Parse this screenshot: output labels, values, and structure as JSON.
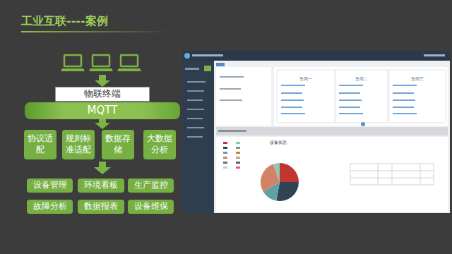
{
  "diagram": {
    "title": "工业互联----案例",
    "nodes": [
      {
        "text": [
          "物联终端"
        ]
      },
      {
        "text": [
          "MQTT"
        ]
      },
      {
        "text": [
          "协议适配"
        ]
      },
      {
        "text": [
          "规则标准适配"
        ]
      },
      {
        "text": [
          "数据存储"
        ]
      },
      {
        "text": [
          "大数据分析"
        ]
      },
      {
        "text": [
          "设备管理"
        ]
      },
      {
        "text": [
          "环境看板"
        ]
      },
      {
        "text": [
          "生产监控"
        ]
      },
      {
        "text": [
          "故障分析"
        ]
      },
      {
        "text": [
          "数据报表"
        ]
      },
      {
        "text": [
          "设备维保"
        ]
      }
    ],
    "labels": [
      "车间一",
      "车间二",
      "车间三",
      "设备状态"
    ]
  }
}
